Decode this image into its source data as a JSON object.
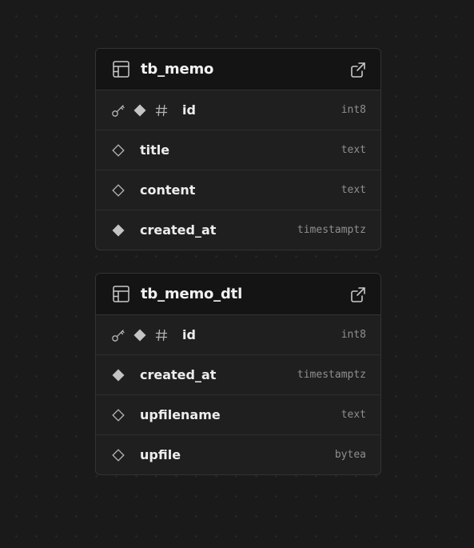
{
  "tables": [
    {
      "name": "tb_memo",
      "columns": [
        {
          "name": "id",
          "type": "int8",
          "primary_key": true,
          "required": true,
          "identity": true
        },
        {
          "name": "title",
          "type": "text",
          "primary_key": false,
          "required": false,
          "identity": false
        },
        {
          "name": "content",
          "type": "text",
          "primary_key": false,
          "required": false,
          "identity": false
        },
        {
          "name": "created_at",
          "type": "timestamptz",
          "primary_key": false,
          "required": true,
          "identity": false
        }
      ]
    },
    {
      "name": "tb_memo_dtl",
      "columns": [
        {
          "name": "id",
          "type": "int8",
          "primary_key": true,
          "required": true,
          "identity": true
        },
        {
          "name": "created_at",
          "type": "timestamptz",
          "primary_key": false,
          "required": true,
          "identity": false
        },
        {
          "name": "upfilename",
          "type": "text",
          "primary_key": false,
          "required": false,
          "identity": false
        },
        {
          "name": "upfile",
          "type": "bytea",
          "primary_key": false,
          "required": false,
          "identity": false
        }
      ]
    }
  ],
  "icons": {
    "table": "table-icon",
    "open": "external-link-icon",
    "primary_key": "key-icon",
    "required": "filled-diamond-icon",
    "nullable": "outline-diamond-icon",
    "identity": "hash-icon"
  },
  "colors": {
    "background": "#1a1a1a",
    "card": "#1f1f1f",
    "header": "#141414",
    "border": "#333333",
    "text": "#ededed",
    "type_text": "#8f8f8f",
    "icon": "#b5b5b5"
  }
}
